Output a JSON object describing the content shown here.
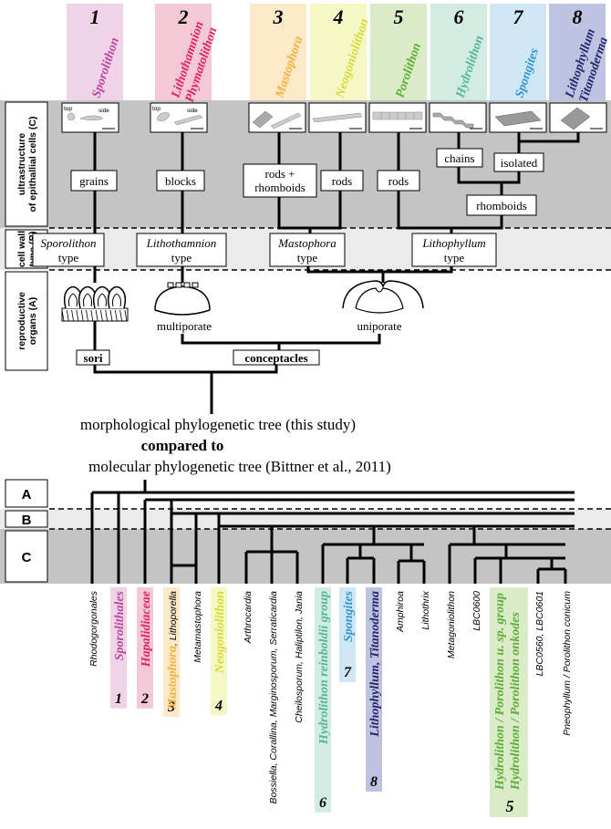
{
  "groups": [
    {
      "num": "1",
      "name": "Sporolithon",
      "color": "#b9479b",
      "bg": "#f1d3e8"
    },
    {
      "num": "2",
      "name": "Lithothamnion",
      "name2": "Phymatolithon",
      "color": "#e1245f",
      "bg": "#f4c8d4"
    },
    {
      "num": "3",
      "name": "Mastophora",
      "color": "#f2b33d",
      "bg": "#fde8c7"
    },
    {
      "num": "4",
      "name": "Neogoniolithon",
      "color": "#d8d93a",
      "bg": "#f5f7c4"
    },
    {
      "num": "5",
      "name": "Porolithon",
      "color": "#5fac3a",
      "bg": "#d9ecc7"
    },
    {
      "num": "6",
      "name": "Hydrolithon",
      "color": "#55b59a",
      "bg": "#d2ece1"
    },
    {
      "num": "7",
      "name": "Spongites",
      "color": "#2f98d2",
      "bg": "#cfe6f5"
    },
    {
      "num": "8",
      "name": "Lithophyllum",
      "name2": "Titanoderma",
      "color": "#22276b",
      "bg": "#bfc3e2"
    }
  ],
  "band_labels": {
    "C": "ultrastructure of epithallial cells (C)",
    "B": "cell wall type (B)",
    "A": "reproductive organs (A)"
  },
  "inset_labels": {
    "top": "top",
    "side": "side"
  },
  "ultra_boxes": [
    "grains",
    "blocks",
    "rods + rhomboids",
    "rods",
    "rods",
    "chains",
    "isolated",
    "rhomboids"
  ],
  "wall_types": [
    {
      "genus": "Sporolithon",
      "suffix": "type"
    },
    {
      "genus": "Lithothamnion",
      "suffix": "type"
    },
    {
      "genus": "Mastophora",
      "suffix": "type"
    },
    {
      "genus": "Lithophyllum",
      "suffix": "type"
    }
  ],
  "repro": {
    "multiporate": "multiporate",
    "uniporate": "uniporate",
    "sori": "sori",
    "conceptacles": "conceptacles"
  },
  "caption": {
    "line1": "morphological phylogenetic tree (this study)",
    "line2": "compared to",
    "line3": "molecular phylogenetic tree (Bittner et al., 2011)"
  },
  "level_labels": [
    "A",
    "B",
    "C"
  ],
  "taxa": [
    {
      "text": "Rhodogorgonales",
      "style": "plain"
    },
    {
      "text": "Sporolithales",
      "style": "group",
      "group": 0
    },
    {
      "text": "Hapalidiaceae",
      "style": "group",
      "group": 1
    },
    {
      "text": "Mastophora",
      "text2": ", Lithoporella",
      "style": "mixed",
      "group": 2
    },
    {
      "text": "Metamastophora",
      "style": "plain"
    },
    {
      "text": "Neogoniolithon",
      "style": "group",
      "group": 3
    },
    {
      "text": "Arthrocardia",
      "style": "plain"
    },
    {
      "text": "Bossiella, Corallina, Marginosporum, Serraticardia",
      "style": "plain"
    },
    {
      "text": "Cheilosporum, Haliptilon, Jania",
      "style": "plain"
    },
    {
      "text": "Hydrolithon reinboldii group",
      "style": "group",
      "group": 5
    },
    {
      "text": "Spongites",
      "style": "group",
      "group": 6
    },
    {
      "text": "Lithophyllum, Titanoderma",
      "style": "group",
      "group": 7
    },
    {
      "text": "Amphiroa",
      "style": "plain"
    },
    {
      "text": "Lithothrix",
      "style": "plain"
    },
    {
      "text": "Metagoniolithon",
      "style": "plain"
    },
    {
      "text": "LBC0600",
      "style": "plain"
    },
    {
      "text": "Hydrolithon / Porolithon u. sp. group",
      "text2": "Hydrolithon / Porolithon onkodes",
      "style": "double",
      "group": 4
    },
    {
      "text": "LBC0560, LBC0601",
      "style": "plain"
    },
    {
      "text": "Pneophyllum / Porolithon conicum",
      "style": "plain"
    }
  ],
  "bottom_nums": [
    "1",
    "2",
    "3",
    "4",
    "6",
    "7",
    "8",
    "5"
  ],
  "colors": {
    "band_dark": "#c4c4c4",
    "band_light": "#ebebeb",
    "line": "#000000"
  }
}
